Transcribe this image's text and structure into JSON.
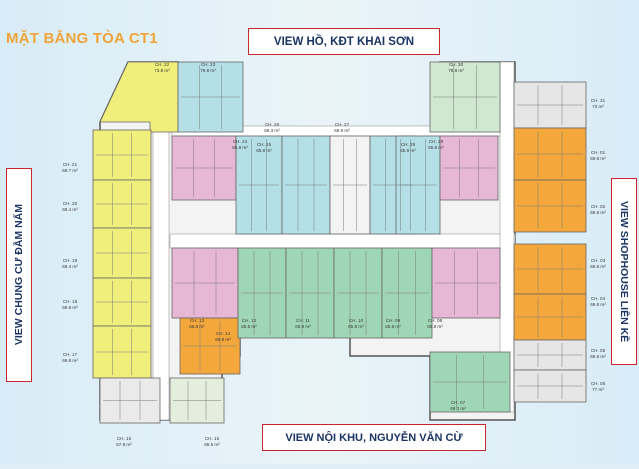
{
  "title": "MẶT BẰNG TÒA CT1",
  "views": {
    "top": "VIEW HỒ, KĐT KHAI SƠN",
    "bottom": "VIEW NỘI KHU, NGUYỄN VĂN CỪ",
    "left": "VIEW CHUNG CƯ ĐẦM NẤM",
    "right": "VIEW SHOPHOUSE LIỀN KỀ"
  },
  "colors": {
    "yellow": "#f1ef7c",
    "orange": "#f4a73b",
    "blue": "#b5dfe6",
    "green": "#9fd6b5",
    "pink": "#e7b8d6",
    "lightgreen": "#d3ebc9",
    "grey": "#e8e8e8",
    "wall": "#6b6b6b",
    "label": "#3a3a3a"
  },
  "apartments": [
    {
      "code": "CH. 22",
      "area": "73.8 m²"
    },
    {
      "code": "CH. 23",
      "area": "75.8 m²"
    },
    {
      "code": "CH. 26",
      "area": "69.3 m²"
    },
    {
      "code": "CH. 27",
      "area": "69.9 m²"
    },
    {
      "code": "CH. 30",
      "area": "78.8 m²"
    },
    {
      "code": "CH. 31",
      "area": "73 m²"
    },
    {
      "code": "CH. 24",
      "area": "65.8 m²"
    },
    {
      "code": "CH. 25",
      "area": "65.9 m²"
    },
    {
      "code": "CH. 28",
      "area": "65.9 m²"
    },
    {
      "code": "CH. 29",
      "area": "65.8 m²"
    },
    {
      "code": "CH. 21",
      "area": "69.7 m²"
    },
    {
      "code": "CH. 20",
      "area": "69.4 m²"
    },
    {
      "code": "CH. 19",
      "area": "69.4 m²"
    },
    {
      "code": "CH. 18",
      "area": "69.8 m²"
    },
    {
      "code": "CH. 17",
      "area": "69.8 m²"
    },
    {
      "code": "CH. 16",
      "area": "67.8 m²"
    },
    {
      "code": "CH. 15",
      "area": "66.6 m²"
    },
    {
      "code": "CH. 14",
      "area": "69.9 m²"
    },
    {
      "code": "CH. 13",
      "area": "66.8 m²"
    },
    {
      "code": "CH. 12",
      "area": "65.8 m²"
    },
    {
      "code": "CH. 11",
      "area": "65.9 m²"
    },
    {
      "code": "CH. 10",
      "area": "65.9 m²"
    },
    {
      "code": "CH. 09",
      "area": "65.8 m²"
    },
    {
      "code": "CH. 08",
      "area": "66.8 m²"
    },
    {
      "code": "CH. 07",
      "area": "69.2 m²"
    },
    {
      "code": "CH. 06",
      "area": "77 m²"
    },
    {
      "code": "CH. 05",
      "area": "69.8 m²"
    },
    {
      "code": "CH. 04",
      "area": "69.8 m²"
    },
    {
      "code": "CH. 03",
      "area": "69.8 m²"
    },
    {
      "code": "CH. 02",
      "area": "69.8 m²"
    },
    {
      "code": "CH. 01",
      "area": "69.8 m²"
    }
  ]
}
